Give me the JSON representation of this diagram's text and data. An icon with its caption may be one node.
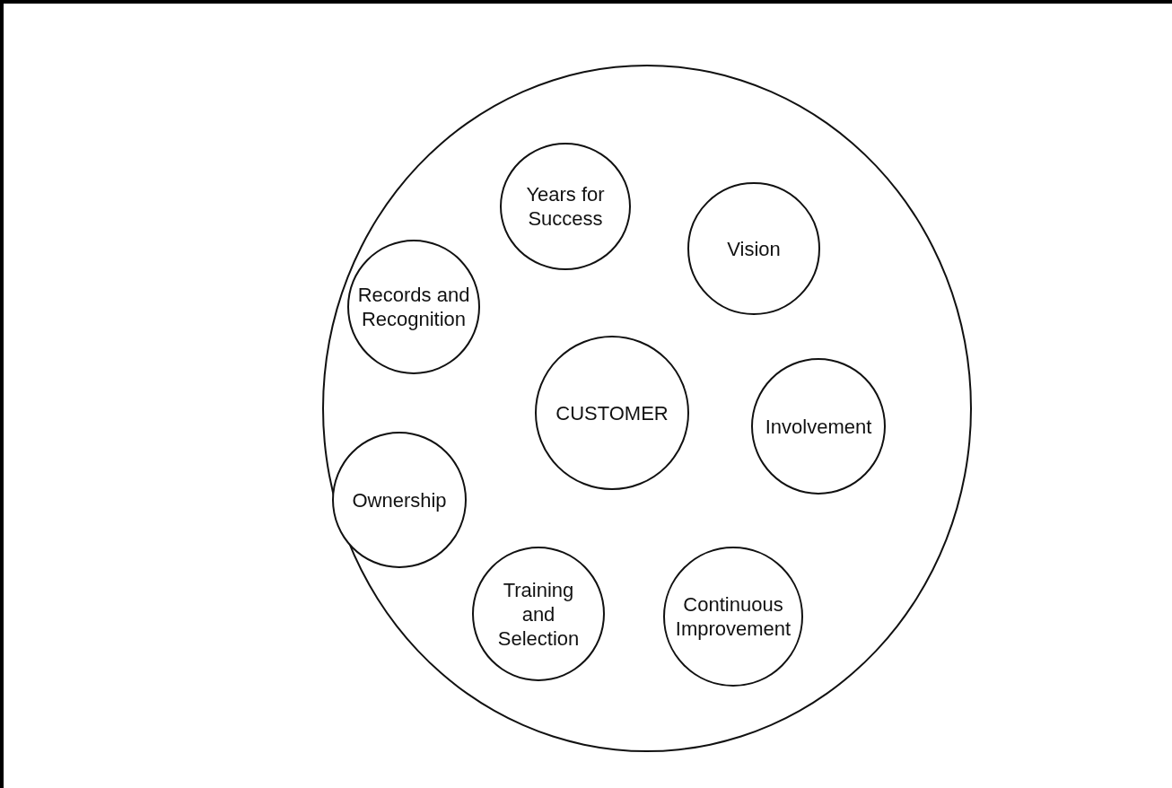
{
  "diagram": {
    "nodes": [
      {
        "text": [],
        "shape": "circle"
      },
      {
        "text": [
          "Years for Success"
        ],
        "in": 0
      },
      {
        "text": [
          "Vision"
        ],
        "in": 0
      },
      {
        "text": [
          "Records and Recognition"
        ],
        "in": 0
      },
      {
        "text": [
          "CUSTOMER"
        ],
        "in": 0
      },
      {
        "text": [
          "Involvement"
        ],
        "in": 0
      },
      {
        "text": [
          "Ownership"
        ],
        "in": 0
      },
      {
        "text": [
          "Continuous Improvement"
        ],
        "in": 0
      },
      {
        "text": [
          "Training and Selection"
        ],
        "in": 0
      }
    ],
    "edges": []
  }
}
